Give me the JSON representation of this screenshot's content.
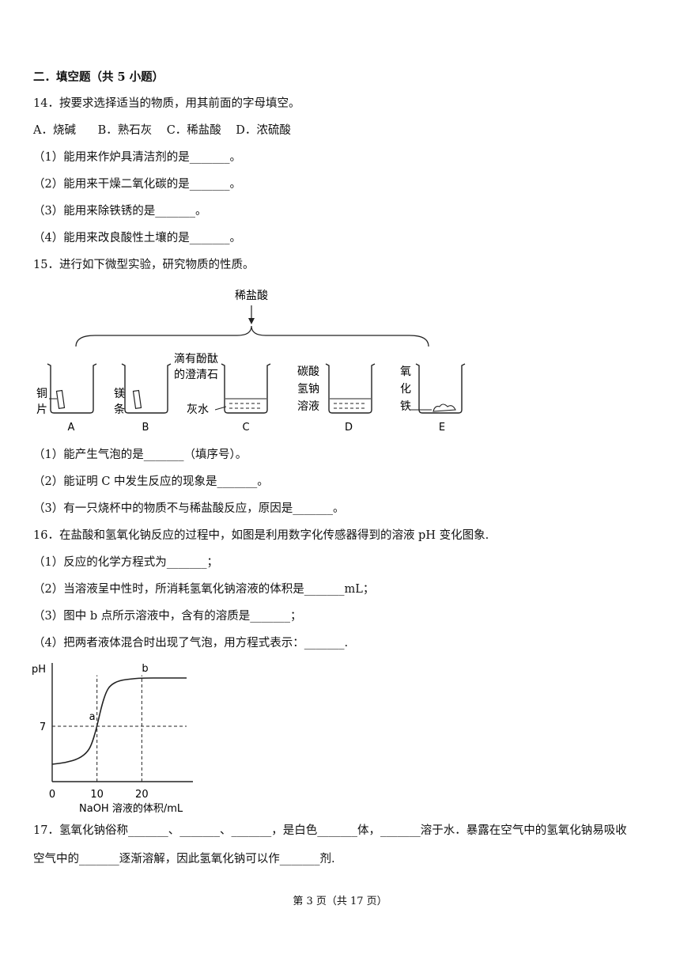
{
  "section_title": "二．填空题（共 5 小题）",
  "q14": {
    "stem": "14．按要求选择适当的物质，用其前面的字母填空。",
    "options": "A．烧碱      B．熟石灰    C．稀盐酸    D．浓硫酸",
    "sub1": "（1）能用来作炉具清洁剂的是_______。",
    "sub2": "（2）能用来干燥二氧化碳的是_______。",
    "sub3": "（3）能用来除铁锈的是_______。",
    "sub4": "（4）能用来改良酸性土壤的是_______。"
  },
  "q15": {
    "stem": "15．进行如下微型实验，研究物质的性质。",
    "figure": {
      "reagent": "稀盐酸",
      "beakers": [
        {
          "letter": "A",
          "side_label": [
            "铜",
            "片"
          ]
        },
        {
          "letter": "B",
          "side_label": [
            "镁",
            "条"
          ]
        },
        {
          "letter": "C",
          "side_label": [
            "滴有酚酞",
            "的澄清石",
            "灰水"
          ]
        },
        {
          "letter": "D",
          "side_label": [
            "碳酸",
            "氢钠",
            "溶液"
          ]
        },
        {
          "letter": "E",
          "side_label": [
            "氧",
            "化",
            "铁"
          ]
        }
      ]
    },
    "sub1": "（1）能产生气泡的是_______（填序号）。",
    "sub2": "（2）能证明 C 中发生反应的现象是_______。",
    "sub3": "（3）有一只烧杯中的物质不与稀盐酸反应，原因是_______。"
  },
  "q16": {
    "stem": "16．在盐酸和氢氧化钠反应的过程中，如图是利用数字化传感器得到的溶液 pH 变化图象.",
    "sub1": "（1）反应的化学方程式为_______；",
    "sub2": "（2）当溶液呈中性时，所消耗氢氧化钠溶液的体积是_______mL；",
    "sub3": "（3）图中 b 点所示溶液中，含有的溶质是_______；",
    "sub4": "（4）把两者液体混合时出现了气泡，用方程式表示：_______."
  },
  "chart_data": {
    "type": "line",
    "ylabel": "pH",
    "xlabel": "NaOH 溶液的体积/mL",
    "x_ticks": [
      "0",
      "10",
      "20"
    ],
    "y_ticks": [
      "7"
    ],
    "xlim": [
      0,
      30
    ],
    "ylim": [
      0,
      14
    ],
    "series": [
      {
        "x": [
          0,
          3,
          6,
          8,
          9,
          10,
          11,
          12,
          13,
          15,
          18,
          20,
          25,
          30
        ],
        "y": [
          2.2,
          2.4,
          2.9,
          3.8,
          5.0,
          7.0,
          9.5,
          11.3,
          12.2,
          12.8,
          13.0,
          13.1,
          13.1,
          13.1
        ]
      }
    ],
    "annotations": [
      {
        "label": "a",
        "x": 10,
        "y": 7
      },
      {
        "label": "b",
        "x": 20,
        "y": 13.1
      }
    ],
    "reference_lines": [
      {
        "axis": "y",
        "value": 7
      },
      {
        "axis": "x",
        "value": 10
      },
      {
        "axis": "x",
        "value": 20
      }
    ]
  },
  "q17": {
    "line1": "17．氢氧化钠俗称_______、_______、_______，是白色_______体，_______溶于水．暴露在空气中的氢氧化钠易吸收",
    "line2": "空气中的_______逐渐溶解，因此氢氧化钠可以作_______剂."
  },
  "footer": "第 3 页（共 17 页）"
}
